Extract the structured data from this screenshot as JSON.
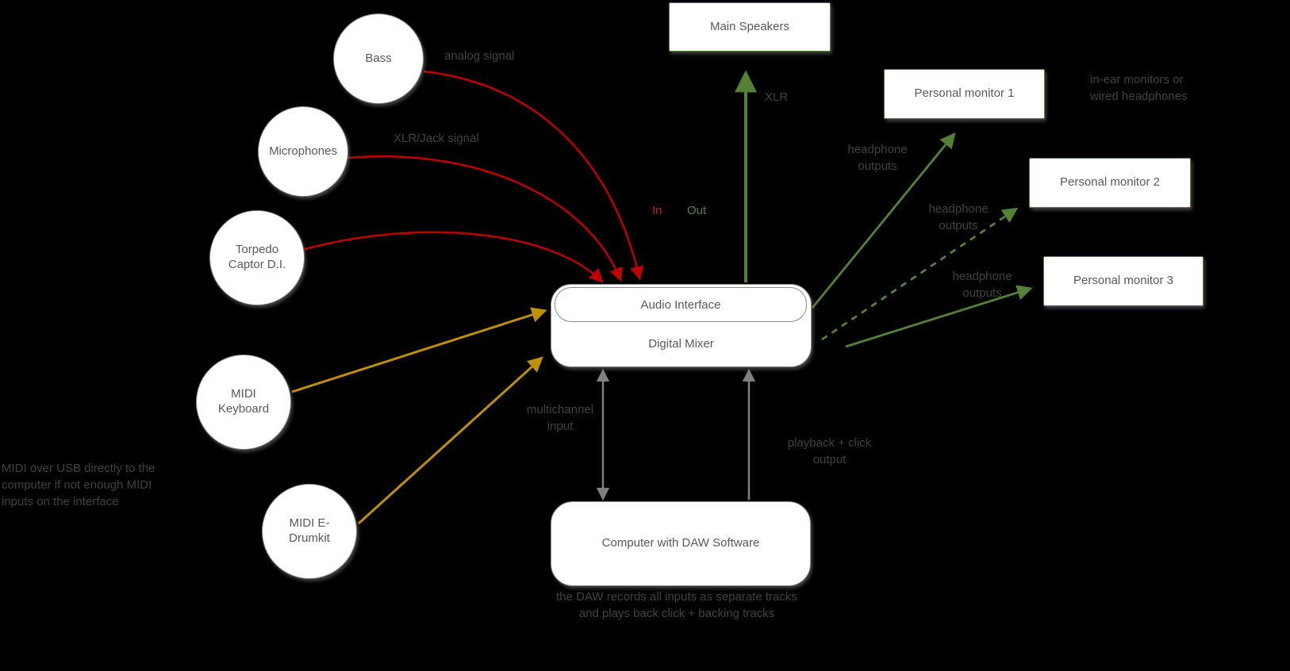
{
  "canvas": {
    "background": "#000000"
  },
  "colors": {
    "red": "#c00000",
    "orange": "#bf8f00",
    "green": "#538135",
    "gray": "#808080"
  },
  "nodes": {
    "bass": "Bass",
    "microphones": "Microphones",
    "torpedo": "Torpedo Captor D.I.",
    "midi_keyboard": "MIDI Keyboard",
    "midi_edrumkit": "MIDI E-Drumkit",
    "main_speakers": "Main Speakers",
    "personal_monitor_1": "Personal monitor 1",
    "personal_monitor_2": "Personal monitor 2",
    "personal_monitor_3": "Personal monitor 3",
    "audio_interface": "Audio Interface",
    "digital_mixer": "Digital Mixer",
    "computer": "Computer with DAW Software"
  },
  "edge_labels": {
    "bass_signal": "analog signal",
    "mic_signal": "XLR/Jack signal",
    "in": "In",
    "out": "Out",
    "speakers_cable": "XLR",
    "monitor1_line1": "headphone",
    "monitor1_line2": "outputs",
    "monitor2_line1": "headphone",
    "monitor2_line2": "outputs",
    "monitor3_line1": "headphone",
    "monitor3_line2": "outputs",
    "record_line1": "multichannel",
    "record_line2": "input",
    "playback_line1": "playback + click",
    "playback_line2": "output"
  },
  "notes": {
    "top_right_line1": "in-ear monitors or",
    "top_right_line2": "wired headphones",
    "left_line1": "MIDI over USB directly to the",
    "left_line2": "computer if not enough MIDI",
    "left_line3": "inputs on the interface",
    "bottom_line1": "the DAW records all inputs as separate tracks",
    "bottom_line2": "and plays back click + backing tracks"
  }
}
